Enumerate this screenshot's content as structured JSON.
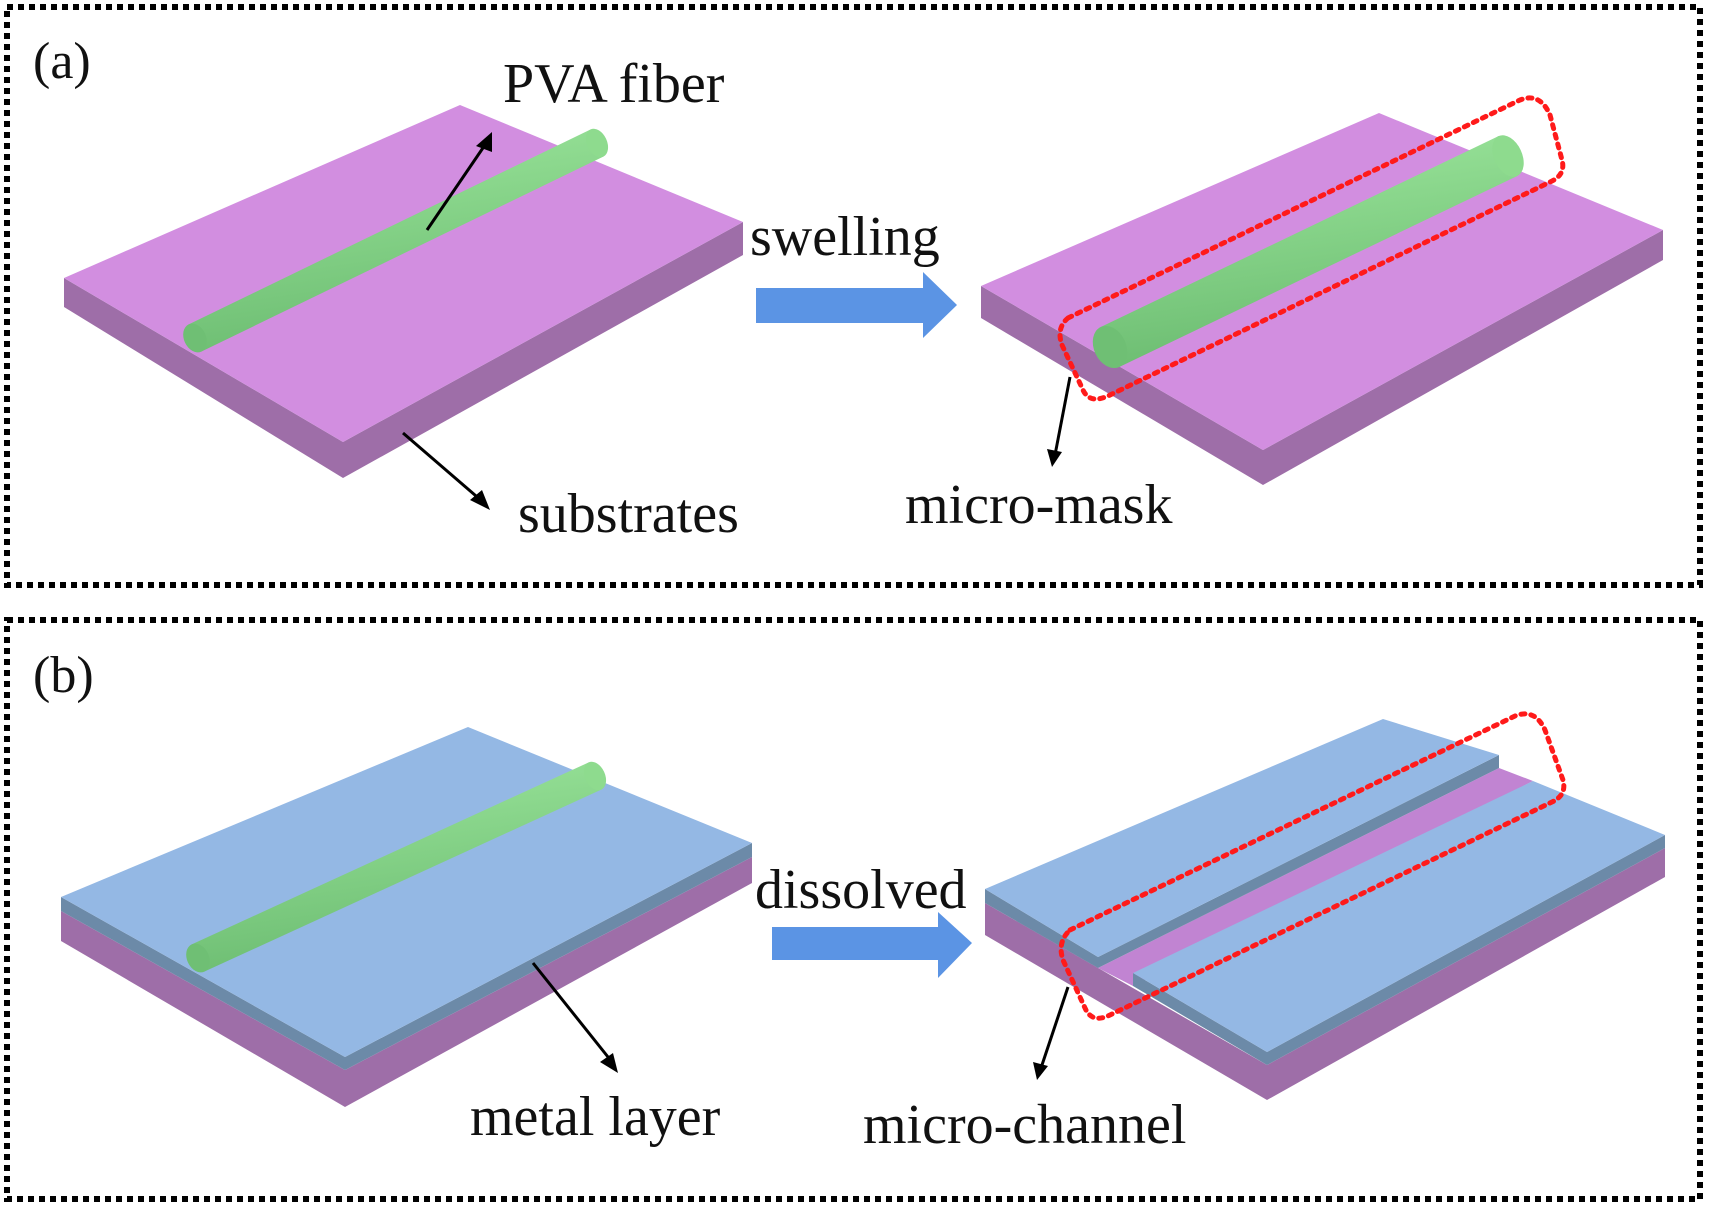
{
  "figure": {
    "panels": [
      {
        "id": "a",
        "label": "(a)",
        "process_label": "swelling",
        "annotations": {
          "fiber": "PVA fiber",
          "substrate": "substrates",
          "result": "micro-mask"
        }
      },
      {
        "id": "b",
        "label": "(b)",
        "process_label": "dissolved",
        "annotations": {
          "layer": "metal layer",
          "result": "micro-channel"
        }
      }
    ],
    "colors": {
      "substrate_top": "#D28EE0",
      "substrate_side": "#9E6EA8",
      "fiber": "#8EDB8E",
      "fiber_shade": "#6FBF74",
      "metal_top": "#94B8E4",
      "metal_side": "#6C8AA8",
      "channel_floor": "#C184D2",
      "process_arrow": "#5B94E4",
      "highlight_outline": "#FF1A1A"
    }
  }
}
